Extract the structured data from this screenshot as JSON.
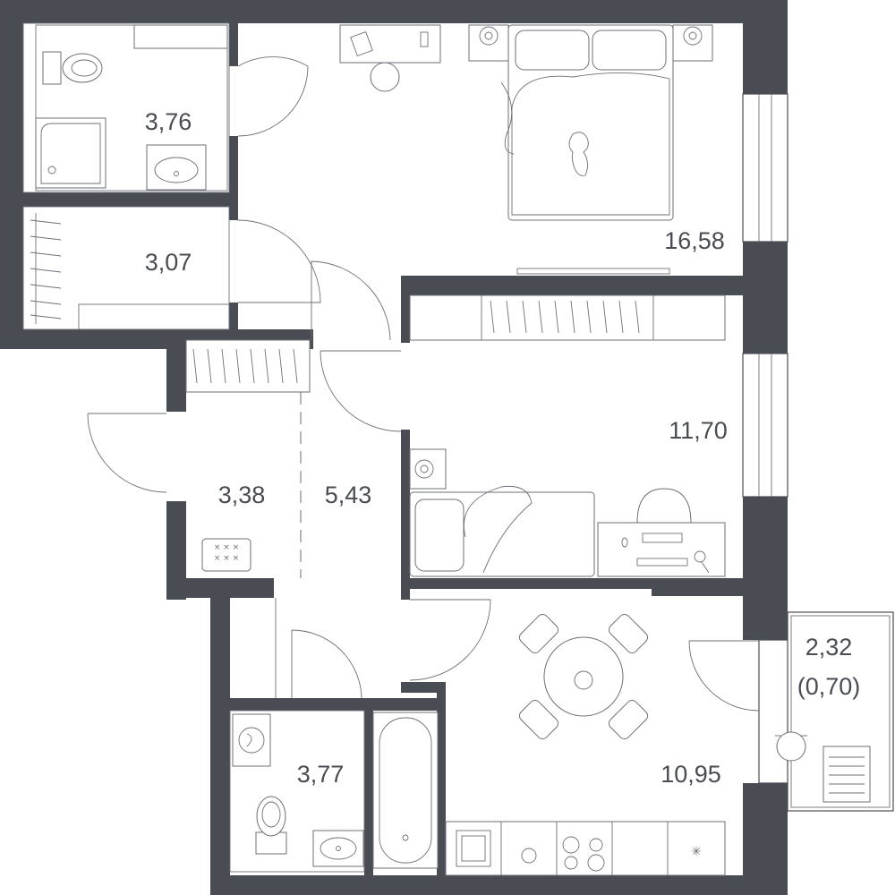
{
  "rooms": [
    {
      "id": "bathroom-1",
      "area": "3,76"
    },
    {
      "id": "wardrobe",
      "area": "3,07"
    },
    {
      "id": "bedroom",
      "area": "16,58"
    },
    {
      "id": "bedroom-2",
      "area": "11,70"
    },
    {
      "id": "hall",
      "area": "3,38"
    },
    {
      "id": "corridor",
      "area": "5,43"
    },
    {
      "id": "bathroom-2",
      "area": "3,77"
    },
    {
      "id": "kitchen",
      "area": "10,95"
    },
    {
      "id": "balcony",
      "area": "2,32",
      "sub_area": "(0,70)"
    }
  ],
  "colors": {
    "wall": "#4a4c54",
    "background": "#ffffff",
    "lines": "#6d6f76"
  }
}
